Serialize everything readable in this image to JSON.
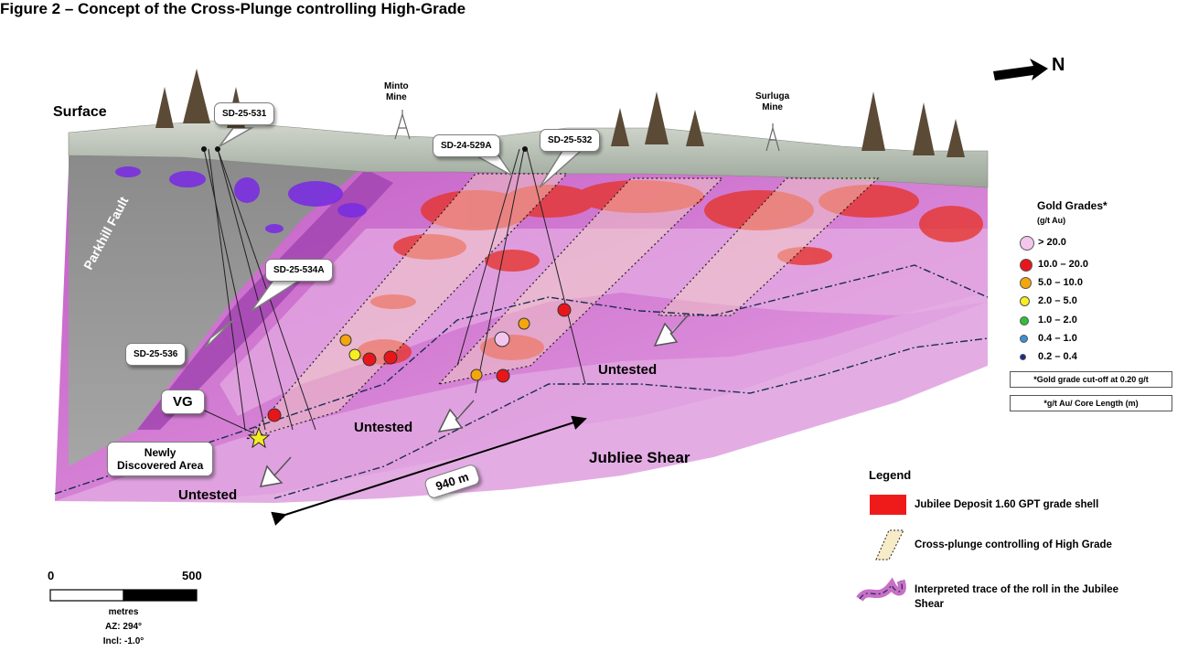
{
  "title": "Figure 2 – Concept of the Cross-Plunge controlling High-Grade",
  "north_label": "N",
  "surface_label": "Surface",
  "fault_label": "Parkhill Fault",
  "mines": {
    "minto": "Minto\nMine",
    "surluga": "Surluga\nMine"
  },
  "drillholes": [
    "SD-25-531",
    "SD-24-529A",
    "SD-25-532",
    "SD-25-534A",
    "SD-25-536"
  ],
  "vg_label": "VG",
  "newly_discovered": "Newly\nDiscovered Area",
  "untested_label": "Untested",
  "shear_label": "Jubliee Shear",
  "distance_label": "940 m",
  "grade_legend": {
    "title": "Gold Grades*",
    "unit": "(g/t Au)",
    "items": [
      {
        "label": "> 20.0",
        "color": "#f3c6ef"
      },
      {
        "label": "10.0 – 20.0",
        "color": "#e8161b"
      },
      {
        "label": "5.0 – 10.0",
        "color": "#f4a60e"
      },
      {
        "label": "2.0 – 5.0",
        "color": "#f8ef1f"
      },
      {
        "label": "1.0 – 2.0",
        "color": "#2fbf3a"
      },
      {
        "label": "0.4 – 1.0",
        "color": "#3d8fd6"
      },
      {
        "label": "0.2 – 0.4",
        "color": "#1a2c8c"
      }
    ],
    "note1": "*Gold grade cut-off at 0.20 g/t",
    "note2": "*g/t Au/ Core Length (m)"
  },
  "legend": {
    "title": "Legend",
    "shell": "Jubilee Deposit 1.60 GPT grade shell",
    "plunge": "Cross-plunge controlling of High Grade",
    "trace": "Interpreted trace of the roll in the Jubilee Shear"
  },
  "scale": {
    "zero": "0",
    "max": "500",
    "unit": "metres",
    "az": "AZ: 294°",
    "incl": "Incl: -1.0°"
  },
  "colors": {
    "shear": "#d98ad8",
    "shell": "#ef1b1b",
    "plunge": "#f7ecc8",
    "fault_block": "#8c8c8c",
    "surface": "#b9c2b6"
  }
}
